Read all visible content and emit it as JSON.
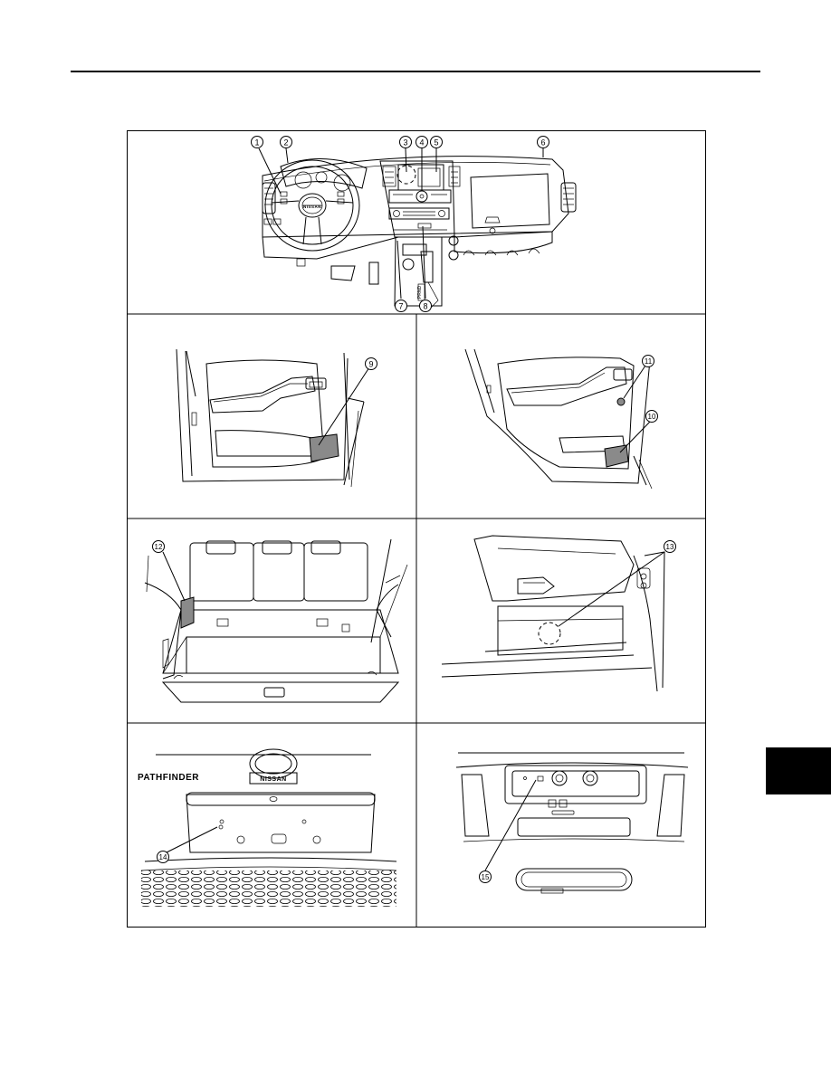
{
  "callouts": {
    "c1": "1",
    "c2": "2",
    "c3": "3",
    "c4": "4",
    "c5": "5",
    "c6": "6",
    "c7": "7",
    "c8": "8",
    "c9": "9",
    "c10": "10",
    "c11": "11",
    "c12": "12",
    "c13": "13",
    "c14": "14",
    "c15": "15"
  },
  "labels": {
    "pathfinder_badge": "PATHFINDER",
    "nissan_emblem": "NISSAN"
  },
  "colors": {
    "ink": "#000000",
    "shaded_area": "#8a8a8a",
    "background": "#ffffff"
  }
}
